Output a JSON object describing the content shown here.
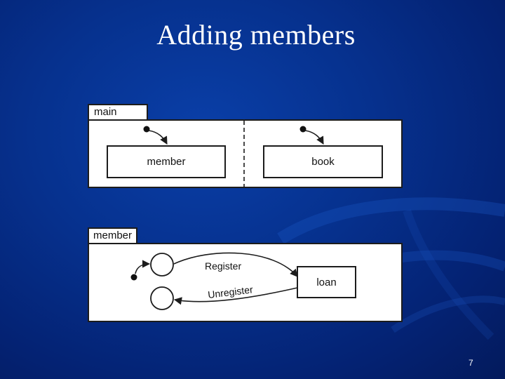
{
  "slide": {
    "title": "Adding members",
    "page_number": "7"
  },
  "main_frame": {
    "label": "main",
    "left_state": "member",
    "right_state": "book"
  },
  "member_frame": {
    "label": "member",
    "transition_register": "Register",
    "transition_unregister": "Unregister",
    "target_state": "loan"
  },
  "colors": {
    "background": "#06318e",
    "frame": "#ffffff",
    "stroke": "#1c1c1c"
  }
}
